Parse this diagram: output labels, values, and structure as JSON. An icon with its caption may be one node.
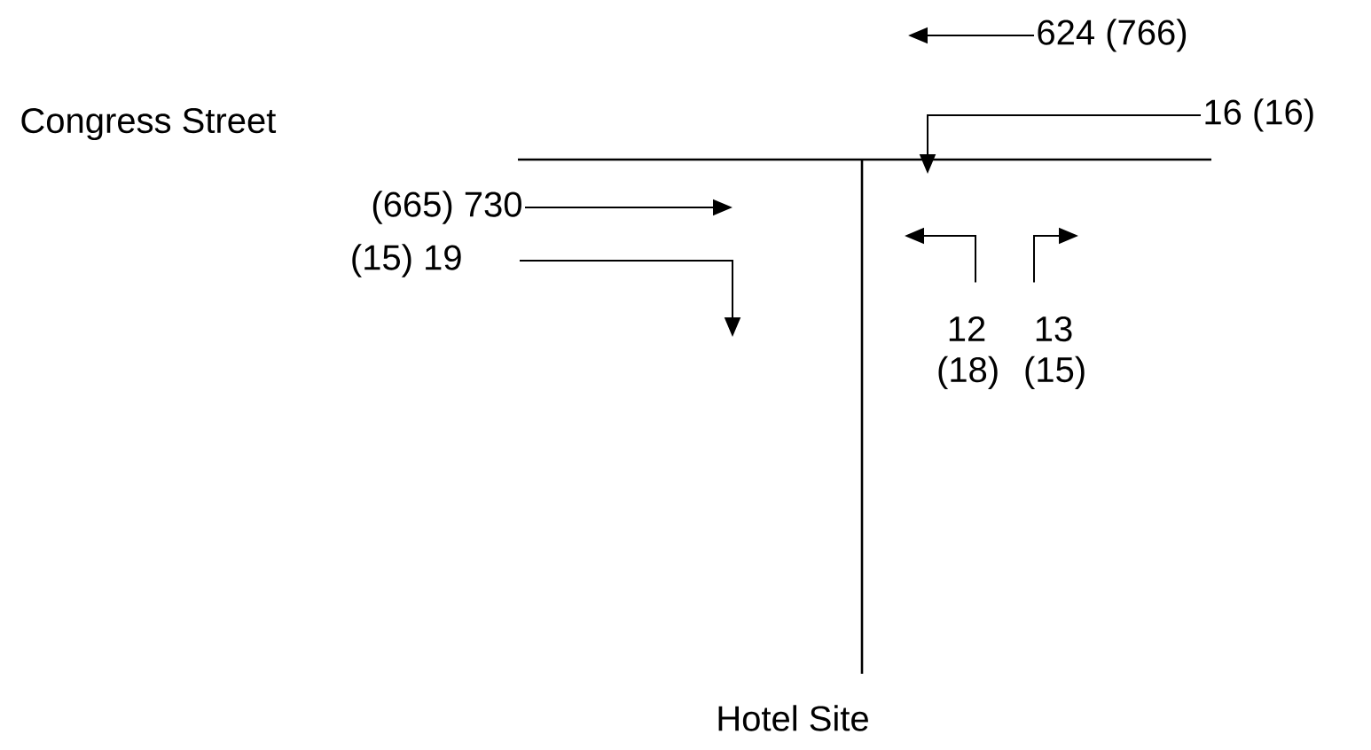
{
  "diagram": {
    "nodes": [
      {
        "text": [
          "624 (766)"
        ]
      },
      {
        "text": [
          "16 (16)"
        ]
      },
      {
        "text": [
          "(665) 730"
        ]
      },
      {
        "text": [
          "(15) 19"
        ]
      },
      {
        "text": [
          "12 (18)"
        ]
      },
      {
        "text": [
          "13 (15)"
        ]
      }
    ],
    "edges": [
      {
        "from": 0,
        "to": null,
        "arrow": "to"
      },
      {
        "from": 1,
        "to": null,
        "arrow": "to"
      },
      {
        "from": 2,
        "to": null,
        "arrow": "to"
      },
      {
        "from": 3,
        "to": null,
        "arrow": "to"
      },
      {
        "from": 4,
        "to": null,
        "arrow": "to"
      },
      {
        "from": 5,
        "to": null,
        "arrow": "to"
      }
    ],
    "labels": [
      "Congress Street",
      "Hotel Site"
    ]
  }
}
